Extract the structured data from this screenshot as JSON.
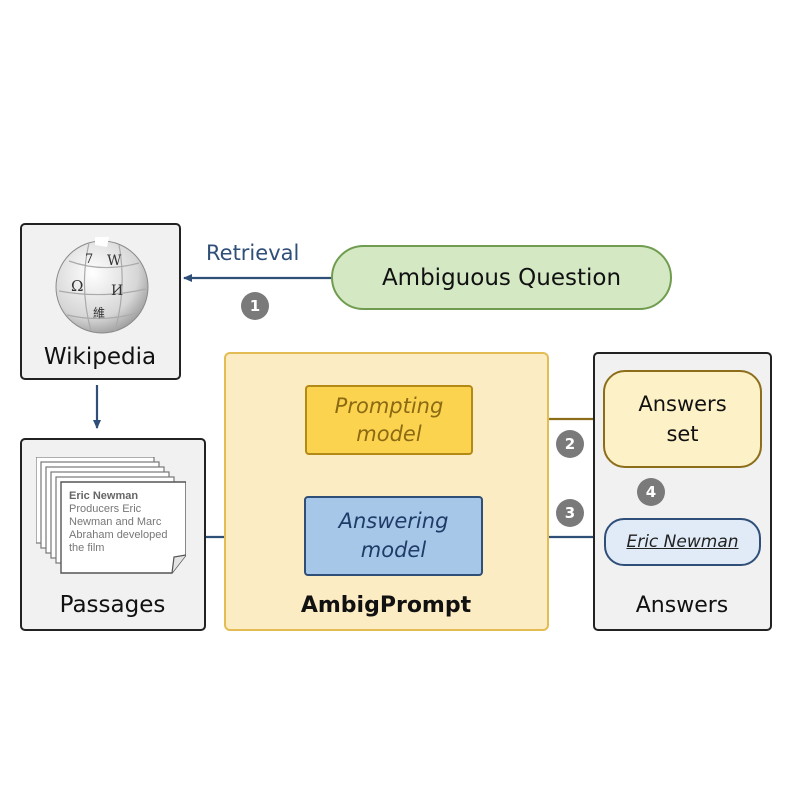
{
  "title": "AmbigPrompt",
  "retrieval_label": "Retrieval",
  "question": "Ambiguous Question",
  "wikipedia": {
    "label": "Wikipedia",
    "globe_glyphs": [
      "Ω",
      "W",
      "И",
      "維",
      "7"
    ]
  },
  "passages": {
    "label": "Passages",
    "doc_title": "Eric Newman",
    "doc_lines": [
      "Producers Eric",
      "Newman and Marc",
      "Abraham developed",
      "the film"
    ]
  },
  "prompting_model": [
    "Prompting",
    "model"
  ],
  "answering_model": [
    "Answering",
    "model"
  ],
  "answers": {
    "label": "Answers",
    "set_lines": [
      "Answers",
      "set"
    ],
    "answer_item": "Eric Newman"
  },
  "steps": [
    "1",
    "2",
    "3",
    "4"
  ],
  "colors": {
    "navy": "#2f4f78",
    "brown": "#8c6d1a",
    "green": "#6f9c4e",
    "gold": "#fbd34f",
    "blue": "#a7c7e8",
    "step_gray": "#7a7a7a"
  },
  "icons": {
    "wikipedia": "wikipedia-globe-icon",
    "passages": "document-stack-icon"
  }
}
